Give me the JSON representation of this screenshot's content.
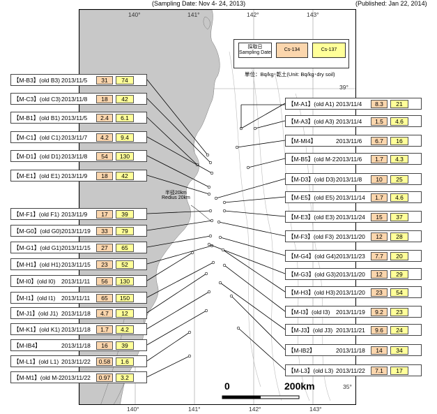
{
  "header": {
    "sampling": "(Sampling Date: Nov 4- 24, 2013)",
    "published": "(Published: Jan 22, 2014)"
  },
  "legend": {
    "date_jp": "採取日",
    "date_en": "Sampling Date",
    "cs134": "Cs-134",
    "cs137": "Cs-137",
    "unit": "単位：Bq/kg･乾土(Unit: Bq/kg･dry soil)"
  },
  "colors": {
    "cs134": "#fbd6ad",
    "cs137": "#ffff99",
    "land": "#c8c8c8"
  },
  "map": {
    "lon_top": [
      "140°",
      "141°",
      "142°",
      "143°"
    ],
    "lon_bottom": [
      "140°",
      "141°",
      "142°",
      "143°"
    ],
    "lat": [
      "39°",
      "35°"
    ],
    "radius_jp": "半径20km",
    "radius_en": "Redius 20km",
    "scale_start": "0",
    "scale_end": "200km"
  },
  "stations_left": [
    {
      "name": "【M-B3】(old B3)",
      "date": "2013/11/5",
      "cs134": "31",
      "cs137": "74"
    },
    {
      "name": "【M-C3】(old C3)",
      "date": "2013/11/8",
      "cs134": "18",
      "cs137": "42"
    },
    {
      "name": "【M-B1】(old B1)",
      "date": "2013/11/5",
      "cs134": "2.4",
      "cs137": "6.1"
    },
    {
      "name": "【M-C1】(old C1)",
      "date": "2013/11/7",
      "cs134": "4.2",
      "cs137": "9.4"
    },
    {
      "name": "【M-D1】(old D1)",
      "date": "2013/11/8",
      "cs134": "54",
      "cs137": "130"
    },
    {
      "name": "【M-E1】(old E1)",
      "date": "2013/11/9",
      "cs134": "18",
      "cs137": "42"
    },
    {
      "name": "【M-F1】(old F1)",
      "date": "2013/11/9",
      "cs134": "17",
      "cs137": "39"
    },
    {
      "name": "【M-G0】(old G0)",
      "date": "2013/11/19",
      "cs134": "33",
      "cs137": "79"
    },
    {
      "name": "【M-G1】(old G1)",
      "date": "2013/11/15",
      "cs134": "27",
      "cs137": "65"
    },
    {
      "name": "【M-H1】(old H1)",
      "date": "2013/11/15",
      "cs134": "23",
      "cs137": "52"
    },
    {
      "name": "【M-I0】(old I0)",
      "date": "2013/11/11",
      "cs134": "56",
      "cs137": "130"
    },
    {
      "name": "【M-I1】(old I1)",
      "date": "2013/11/11",
      "cs134": "65",
      "cs137": "150"
    },
    {
      "name": "【M-J1】(old J1)",
      "date": "2013/11/18",
      "cs134": "4.7",
      "cs137": "12"
    },
    {
      "name": "【M-K1】(old K1)",
      "date": "2013/11/18",
      "cs134": "1.7",
      "cs137": "4.2"
    },
    {
      "name": "【M-IB4】",
      "date": "2013/11/18",
      "cs134": "16",
      "cs137": "39"
    },
    {
      "name": "【M-L1】(old L1)",
      "date": "2013/11/22",
      "cs134": "0.58",
      "cs137": "1.6"
    },
    {
      "name": "【M-M1】(old M-24)",
      "date": "2013/11/22",
      "cs134": "0.97",
      "cs137": "3.2"
    }
  ],
  "stations_right": [
    {
      "name": "【M-A1】(old A1)",
      "date": "2013/11/4",
      "cs134": "8.3",
      "cs137": "21"
    },
    {
      "name": "【M-A3】(old A3)",
      "date": "2013/11/4",
      "cs134": "1.5",
      "cs137": "4.6"
    },
    {
      "name": "【M-MI4】",
      "date": "2013/11/6",
      "cs134": "6.7",
      "cs137": "16"
    },
    {
      "name": "【M-B5】(old M-2)",
      "date": "2013/11/6",
      "cs134": "1.7",
      "cs137": "4.3"
    },
    {
      "name": "【M-D3】(old D3)",
      "date": "2013/11/8",
      "cs134": "10",
      "cs137": "25"
    },
    {
      "name": "【M-E5】(old E5)",
      "date": "2013/11/14",
      "cs134": "1.7",
      "cs137": "4.6"
    },
    {
      "name": "【M-E3】(old E3)",
      "date": "2013/11/24",
      "cs134": "15",
      "cs137": "37"
    },
    {
      "name": "【M-F3】(old F3)",
      "date": "2013/11/20",
      "cs134": "12",
      "cs137": "28"
    },
    {
      "name": "【M-G4】(old G4)",
      "date": "2013/11/23",
      "cs134": "7.7",
      "cs137": "20"
    },
    {
      "name": "【M-G3】(old G3)",
      "date": "2013/11/20",
      "cs134": "12",
      "cs137": "29"
    },
    {
      "name": "【M-H3】(old H3)",
      "date": "2013/11/20",
      "cs134": "23",
      "cs137": "54"
    },
    {
      "name": "【M-I3】(old I3)",
      "date": "2013/11/19",
      "cs134": "9.2",
      "cs137": "23"
    },
    {
      "name": "【M-J3】(old J3)",
      "date": "2013/11/21",
      "cs134": "9.6",
      "cs137": "24"
    },
    {
      "name": "【M-IB2】",
      "date": "2013/11/18",
      "cs134": "14",
      "cs137": "34"
    },
    {
      "name": "【M-L3】(old L3)",
      "date": "2013/11/22",
      "cs134": "7.1",
      "cs137": "17"
    }
  ]
}
